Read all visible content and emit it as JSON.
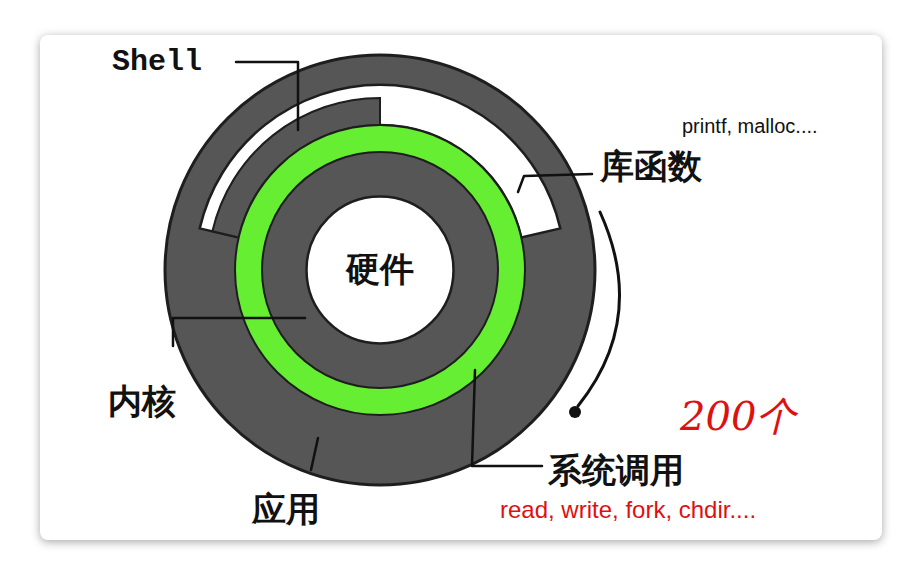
{
  "diagram": {
    "nodes": [
      {
        "text": [
          "硬件"
        ]
      }
    ],
    "labels": [
      "Shell",
      "printf, malloc....",
      "库函数",
      "内核",
      "系统调用",
      "应用",
      "200个",
      "read, write, fork, chdir...."
    ]
  }
}
